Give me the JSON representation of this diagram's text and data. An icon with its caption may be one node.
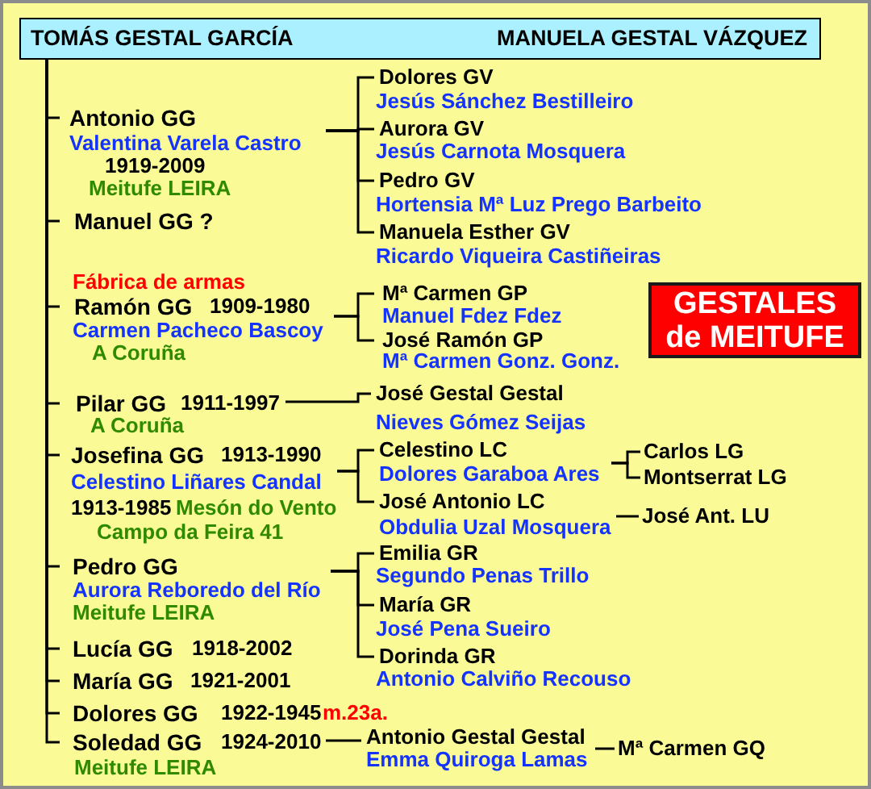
{
  "diagram": {
    "nodes": [
      {
        "text": [
          "TOMÁS GESTAL GARCÍA",
          "MANUELA GESTAL VÁZQUEZ"
        ]
      },
      {
        "text": [
          "Antonio GG",
          "Valentina Varela Castro",
          "1919-2009",
          "Meitufe LEIRA"
        ]
      },
      {
        "text": [
          "Manuel GG ?"
        ]
      },
      {
        "text": [
          "Fábrica de armas",
          "Ramón GG",
          "1909-1980",
          "Carmen Pacheco Bascoy",
          "A Coruña"
        ]
      },
      {
        "text": [
          "Pilar GG",
          "1911-1997",
          "A Coruña"
        ]
      },
      {
        "text": [
          "Josefina GG",
          "1913-1990",
          "Celestino Liñares Candal",
          "1913-1985",
          "Mesón do Vento",
          "Campo da Feira 41"
        ]
      },
      {
        "text": [
          "Pedro GG",
          "Aurora Reboredo del Río",
          "Meitufe LEIRA"
        ]
      },
      {
        "text": [
          "Lucía GG",
          "1918-2002"
        ]
      },
      {
        "text": [
          "María GG",
          "1921-2001"
        ]
      },
      {
        "text": [
          "Dolores GG",
          "1922-1945",
          "m.23a."
        ]
      },
      {
        "text": [
          "Soledad GG",
          "1924-2010",
          "Meitufe LEIRA"
        ]
      },
      {
        "text": [
          "Dolores GV",
          "Jesús Sánchez Bestilleiro"
        ]
      },
      {
        "text": [
          "Aurora GV",
          "Jesús Carnota Mosquera"
        ]
      },
      {
        "text": [
          "Pedro GV",
          "Hortensia Mª Luz Prego Barbeito"
        ]
      },
      {
        "text": [
          "Manuela Esther GV",
          "Ricardo Viqueira Castiñeiras"
        ]
      },
      {
        "text": [
          "Mª Carmen GP",
          "Manuel Fdez Fdez"
        ]
      },
      {
        "text": [
          "José Ramón GP",
          "Mª Carmen Gonz. Gonz."
        ]
      },
      {
        "text": [
          "José Gestal Gestal",
          "Nieves Gómez Seijas"
        ]
      },
      {
        "text": [
          "Celestino LC",
          "Dolores Garaboa Ares"
        ]
      },
      {
        "text": [
          "José Antonio LC",
          "Obdulia Uzal Mosquera"
        ]
      },
      {
        "text": [
          "Emilia GR",
          "Segundo Penas Trillo"
        ]
      },
      {
        "text": [
          "María GR",
          "José Pena Sueiro"
        ]
      },
      {
        "text": [
          "Dorinda GR",
          "Antonio Calviño Recouso"
        ]
      },
      {
        "text": [
          "Antonio Gestal Gestal",
          "Emma Quiroga Lamas"
        ]
      },
      {
        "text": [
          "Carlos LG"
        ]
      },
      {
        "text": [
          "Montserrat LG"
        ]
      },
      {
        "text": [
          "José Ant. LU"
        ]
      },
      {
        "text": [
          "Mª Carmen GQ"
        ]
      },
      {
        "text": [
          "GESTALES de MEITUFE"
        ]
      }
    ],
    "edges": [
      {
        "from": 0,
        "to": 1,
        "arrow": "none"
      },
      {
        "from": 0,
        "to": 2,
        "arrow": "none"
      },
      {
        "from": 0,
        "to": 3,
        "arrow": "none"
      },
      {
        "from": 0,
        "to": 4,
        "arrow": "none"
      },
      {
        "from": 0,
        "to": 5,
        "arrow": "none"
      },
      {
        "from": 0,
        "to": 6,
        "arrow": "none"
      },
      {
        "from": 0,
        "to": 7,
        "arrow": "none"
      },
      {
        "from": 0,
        "to": 8,
        "arrow": "none"
      },
      {
        "from": 0,
        "to": 9,
        "arrow": "none"
      },
      {
        "from": 0,
        "to": 10,
        "arrow": "none"
      },
      {
        "from": 1,
        "to": 11,
        "arrow": "none"
      },
      {
        "from": 1,
        "to": 12,
        "arrow": "none"
      },
      {
        "from": 1,
        "to": 13,
        "arrow": "none"
      },
      {
        "from": 1,
        "to": 14,
        "arrow": "none"
      },
      {
        "from": 3,
        "to": 15,
        "arrow": "none"
      },
      {
        "from": 3,
        "to": 16,
        "arrow": "none"
      },
      {
        "from": 4,
        "to": 17,
        "arrow": "none"
      },
      {
        "from": 5,
        "to": 18,
        "arrow": "none"
      },
      {
        "from": 5,
        "to": 19,
        "arrow": "none"
      },
      {
        "from": 6,
        "to": 20,
        "arrow": "none"
      },
      {
        "from": 6,
        "to": 21,
        "arrow": "none"
      },
      {
        "from": 6,
        "to": 22,
        "arrow": "none"
      },
      {
        "from": 10,
        "to": 23,
        "arrow": "none"
      },
      {
        "from": 18,
        "to": 24,
        "arrow": "none"
      },
      {
        "from": 18,
        "to": 25,
        "arrow": "none"
      },
      {
        "from": 19,
        "to": 26,
        "arrow": "none"
      },
      {
        "from": 23,
        "to": 27,
        "arrow": "none"
      }
    ]
  }
}
